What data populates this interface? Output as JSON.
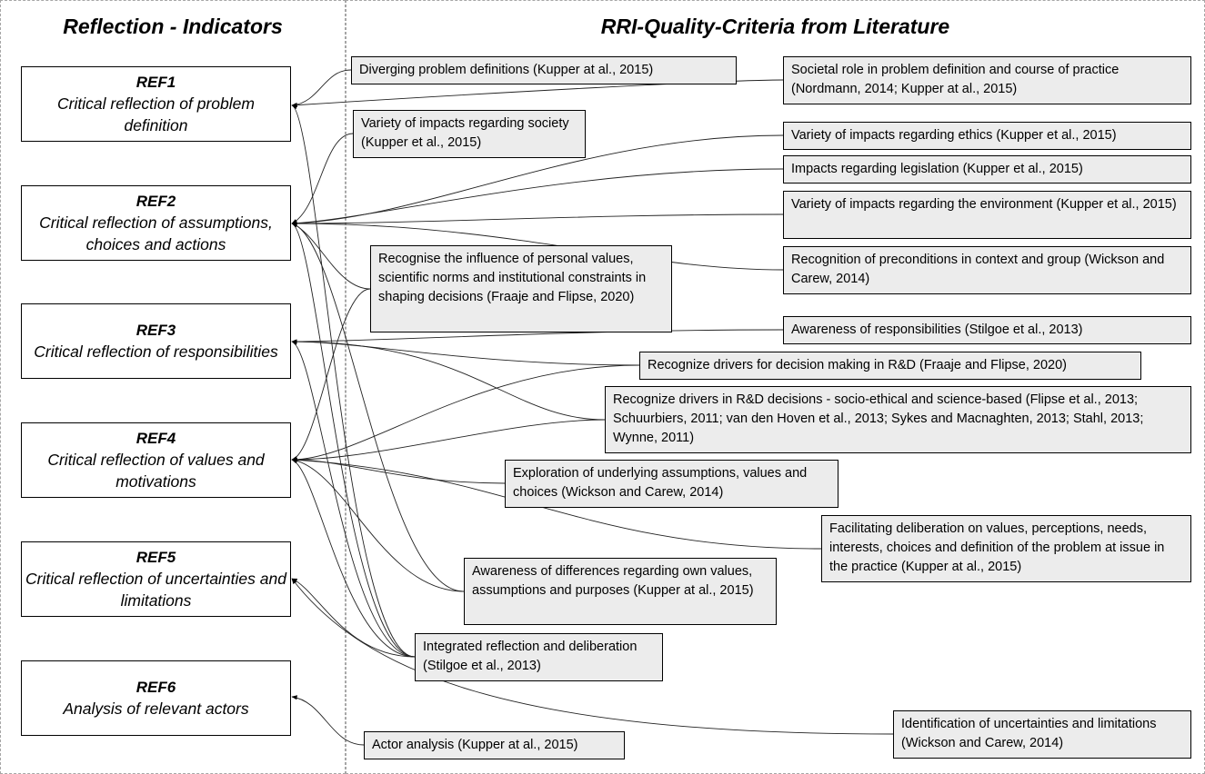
{
  "headers": {
    "left": "Reflection - Indicators",
    "right": "RRI-Quality-Criteria from Literature"
  },
  "indicators": [
    {
      "code": "REF1",
      "label": "Critical reflection of problem definition"
    },
    {
      "code": "REF2",
      "label": "Critical reflection of assumptions, choices and actions"
    },
    {
      "code": "REF3",
      "label": "Critical reflection of responsibilities"
    },
    {
      "code": "REF4",
      "label": "Critical reflection of values and motivations"
    },
    {
      "code": "REF5",
      "label": "Critical reflection of uncertainties and limitations"
    },
    {
      "code": "REF6",
      "label": "Analysis of relevant actors"
    }
  ],
  "criteria": [
    {
      "text": "Diverging problem definitions (Kupper at al., 2015)",
      "links": [
        "REF1"
      ]
    },
    {
      "text": "Societal role in problem definition and course of practice (Nordmann, 2014; Kupper at al., 2015)",
      "links": [
        "REF1"
      ]
    },
    {
      "text": "Variety of impacts regarding society (Kupper et al., 2015)",
      "links": [
        "REF2"
      ]
    },
    {
      "text": "Variety of impacts regarding ethics (Kupper et al., 2015)",
      "links": [
        "REF2"
      ]
    },
    {
      "text": "Impacts regarding legislation (Kupper et al., 2015)",
      "links": [
        "REF2"
      ]
    },
    {
      "text": "Variety of impacts regarding the environment (Kupper et al., 2015)",
      "links": [
        "REF2"
      ]
    },
    {
      "text": "Recognition of preconditions in context and group (Wickson and Carew, 2014)",
      "links": [
        "REF2"
      ]
    },
    {
      "text": "Recognise the influence of personal values, scientific norms and institutional constraints in shaping decisions (Fraaje and Flipse, 2020)",
      "links": [
        "REF2",
        "REF4"
      ]
    },
    {
      "text": "Awareness of responsibilities (Stilgoe et al., 2013)",
      "links": [
        "REF3"
      ]
    },
    {
      "text": "Recognize drivers for decision making in R&D (Fraaje and Flipse, 2020)",
      "links": [
        "REF3",
        "REF4"
      ]
    },
    {
      "text": "Recognize drivers in R&D decisions - socio-ethical and science-based (Flipse et al., 2013; Schuurbiers, 2011; van den Hoven et al., 2013; Sykes and Macnaghten, 2013; Stahl, 2013; Wynne, 2011)",
      "links": [
        "REF3",
        "REF4"
      ]
    },
    {
      "text": "Exploration of underlying assumptions, values and choices (Wickson and Carew, 2014)",
      "links": [
        "REF4"
      ]
    },
    {
      "text": "Facilitating deliberation on values, perceptions, needs, interests, choices and definition of the problem at issue in the practice (Kupper at al., 2015)",
      "links": [
        "REF4"
      ]
    },
    {
      "text": "Awareness of differences regarding own values, assumptions and purposes (Kupper at al., 2015)",
      "links": [
        "REF2",
        "REF4"
      ]
    },
    {
      "text": "Integrated reflection and deliberation (Stilgoe et al., 2013)",
      "links": [
        "REF1",
        "REF2",
        "REF3",
        "REF4",
        "REF5"
      ]
    },
    {
      "text": "Identification of uncertainties and limitations (Wickson and Carew, 2014)",
      "links": [
        "REF5"
      ]
    },
    {
      "text": "Actor analysis (Kupper at al., 2015)",
      "links": [
        "REF6"
      ]
    }
  ]
}
